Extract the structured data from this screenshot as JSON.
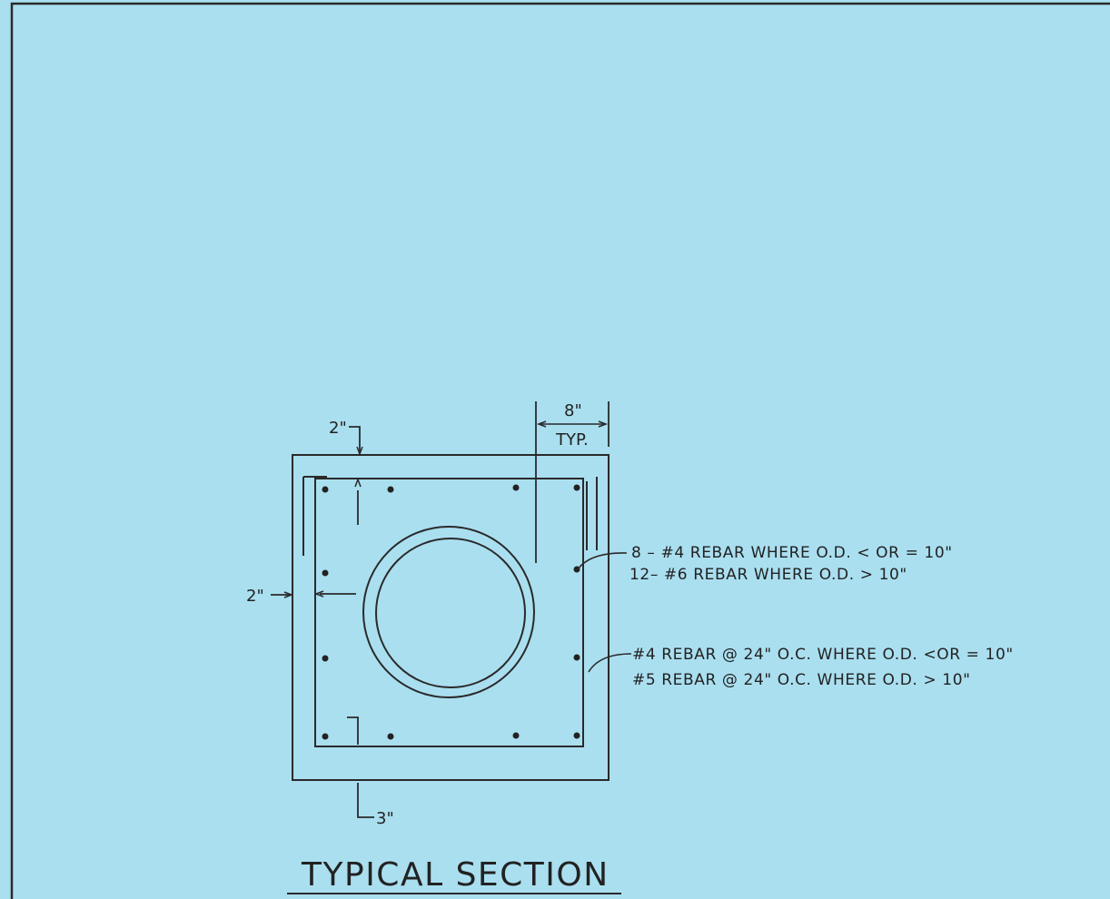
{
  "sheet": {
    "background": "#aadff0",
    "line_color": "#2a2a2a"
  },
  "section": {
    "title": "TYPICAL SECTION",
    "dimensions": {
      "top_cover": "2\"",
      "side_cover": "2\"",
      "bottom_cover": "3\"",
      "wall_thickness": "8\"",
      "wall_thickness_note": "TYP."
    },
    "notes": {
      "corner_bars_line1": "8 – #4 REBAR WHERE O.D. < OR = 10\"",
      "corner_bars_line2": "12– #6 REBAR WHERE O.D. > 10\"",
      "stirrups_line1": "#4 REBAR @ 24\" O.C. WHERE O.D. <OR = 10\"",
      "stirrups_line2": "#5 REBAR @ 24\" O.C. WHERE O.D. > 10\""
    }
  }
}
